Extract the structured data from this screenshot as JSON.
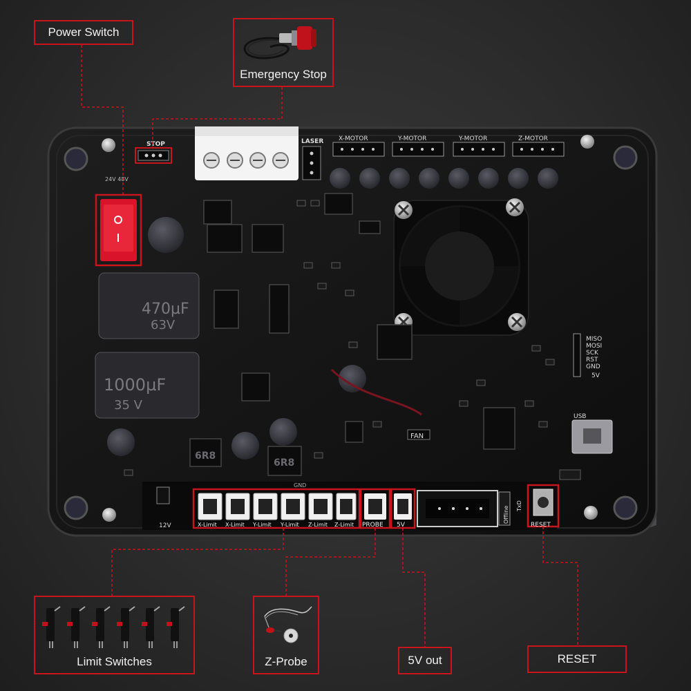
{
  "callouts": {
    "power_switch": "Power Switch",
    "emergency_stop": "Emergency Stop",
    "limit_switches": "Limit Switches",
    "z_probe": "Z-Probe",
    "five_v_out": "5V out",
    "reset": "RESET"
  },
  "board_labels": {
    "stop": "STOP",
    "laser": "LASER",
    "x_motor": "X-MOTOR",
    "y_motor_1": "Y-MOTOR",
    "y_motor_2": "Y-MOTOR",
    "z_motor": "Z-MOTOR",
    "fan": "FAN",
    "usb": "USB",
    "probe": "PROBE",
    "five_v": "5V",
    "reset": "RESET",
    "offline": "Offline",
    "txd": "TxD",
    "twelve_v": "12V",
    "v24_48": "24V 48V",
    "cap_470": "470µF",
    "cap_470_v": "63V",
    "cap_1000": "1000µF",
    "cap_1000_v": "35 V",
    "inductor_1": "6R8",
    "inductor_2": "6R8",
    "limit_ports": [
      "X-Limit",
      "X-Limit",
      "Y-Limit",
      "Y-Limit",
      "Z-Limit",
      "Z-Limit"
    ],
    "isp": [
      "MISO",
      "MOSI",
      "SCK",
      "RST",
      "GND"
    ],
    "isp_5v": "5V",
    "gnd": "GND"
  },
  "colors": {
    "accent_red": "#c8141c",
    "board": "#161616",
    "background": "#2c2c2c"
  }
}
